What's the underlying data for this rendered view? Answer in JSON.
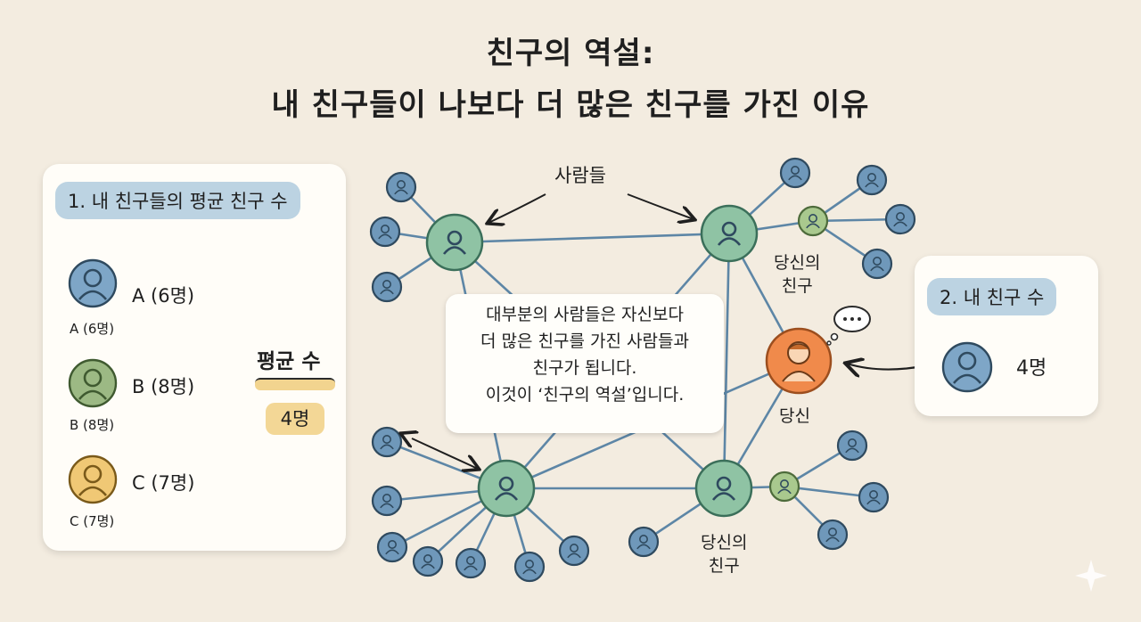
{
  "title": {
    "line1": "친구의 역설:",
    "line2": "내 친구들이 나보다 더 많은 친구를 가진 이유"
  },
  "left_panel": {
    "heading": "1. 내 친구들의 평균 친구 수",
    "friends": [
      {
        "label": "A (6명)",
        "caption": "A (6명)",
        "color": "#7ea6c7"
      },
      {
        "label": "B (8명)",
        "caption": "B (8명)",
        "color": "#9cb984"
      },
      {
        "label": "C (7명)",
        "caption": "C (7명)",
        "color": "#f0c875"
      }
    ],
    "average_label": "평균 수",
    "average_value": "4명"
  },
  "right_panel": {
    "heading": "2. 내 친구 수",
    "count": "4명"
  },
  "network": {
    "people_label": "사람들",
    "callout_lines": [
      "대부분의 사람들은 자신보다",
      "더 많은 친구를 가진 사람들과",
      "친구가 됩니다.",
      "이것이 ‘친구의 역설’입니다."
    ],
    "you_label": "당신",
    "your_friend_label_top": [
      "당신의",
      "친구"
    ],
    "your_friend_label_bottom": [
      "당신의",
      "친구"
    ],
    "speech_bubble": "•••"
  },
  "colors": {
    "background": "#f3ece0",
    "hub": "#8fc3a4",
    "node": "#6f98ba",
    "you": "#f08a4b",
    "edge": "#5d86a6"
  }
}
